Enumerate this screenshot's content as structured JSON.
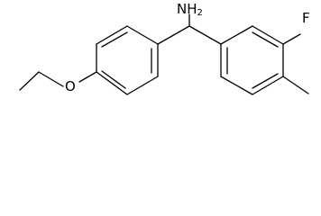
{
  "molecule": {
    "labels": {
      "amine": "NH",
      "amine_subscript": "2",
      "fluorine": "F",
      "oxygen": "O"
    },
    "colors": {
      "bonds": "#000000",
      "labels": "#000000",
      "background": "#ffffff"
    }
  }
}
